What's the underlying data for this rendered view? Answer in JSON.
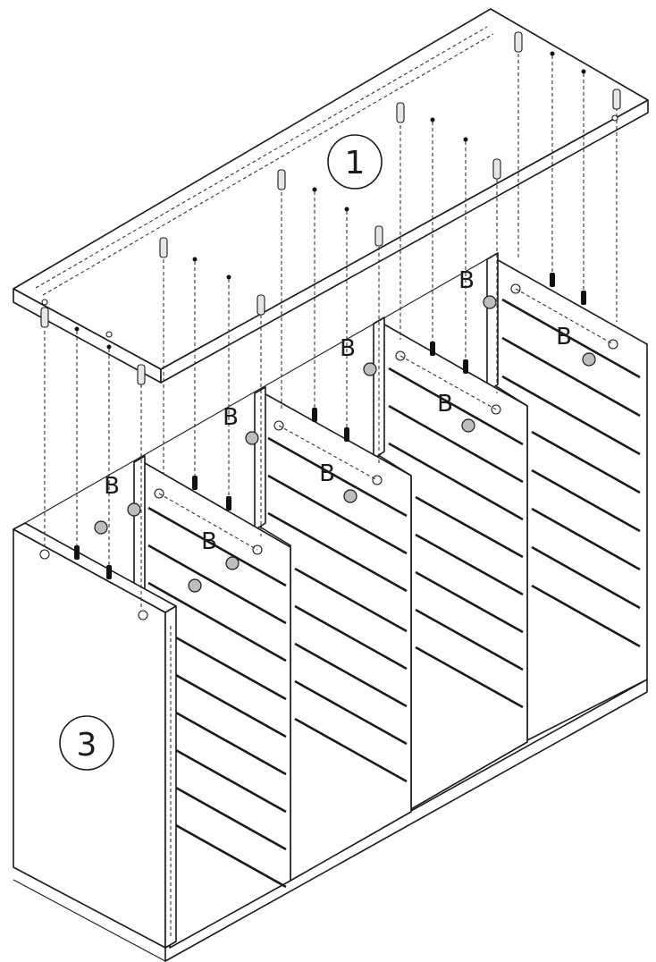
{
  "parts": [
    {
      "label": "1"
    },
    {
      "label": "3"
    }
  ],
  "callouts": [
    "B",
    "B",
    "B",
    "B",
    "B",
    "B",
    "B"
  ]
}
